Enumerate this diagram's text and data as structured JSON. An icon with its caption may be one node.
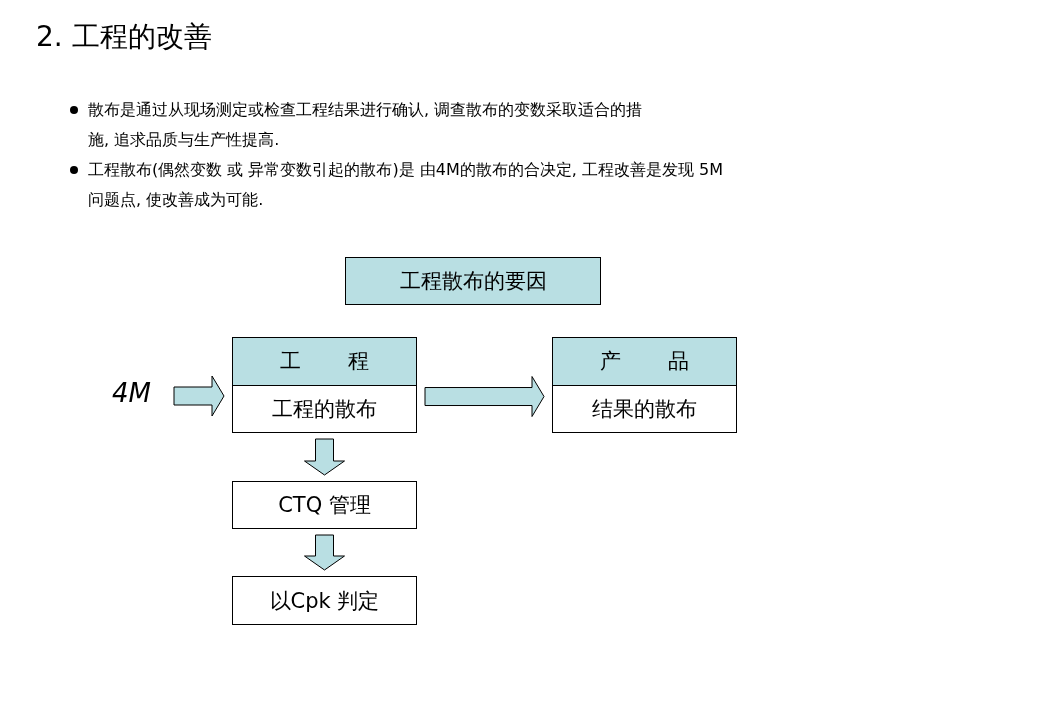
{
  "diagram": {
    "title": "2. 工程的改善",
    "nodes": [
      {
        "text": [
          "工程散布的要因"
        ]
      },
      {
        "text": [
          "工 程",
          "工程的散布"
        ]
      },
      {
        "text": [
          "产 品",
          "结果的散布"
        ]
      },
      {
        "text": [
          "CTQ 管理"
        ]
      },
      {
        "text": [
          "以Cpk 判定"
        ]
      },
      {
        "text": [
          "4M"
        ]
      }
    ],
    "edges": [
      {
        "from": 5,
        "to": 1,
        "arrow": "to"
      },
      {
        "from": 1,
        "to": 2,
        "arrow": "to"
      },
      {
        "from": 1,
        "to": 3,
        "arrow": "to"
      },
      {
        "from": 3,
        "to": 4,
        "arrow": "to"
      }
    ],
    "labels": [
      "散布是通过从现场测定或检查工程结果进行确认, 调查散布的变数采取适合的措施, 追求品质与生产性提高.",
      "工程散布(偶然变数 或 异常变数引起的散布)是 由4M的散布的合决定, 工程改善是发现 5M 问题点, 使改善成为可能."
    ]
  }
}
